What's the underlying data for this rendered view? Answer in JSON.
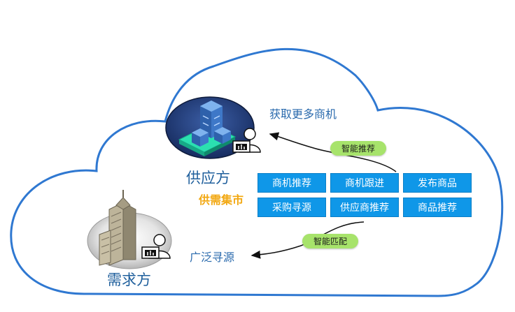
{
  "colors": {
    "cloud_stroke": "#2f78d1",
    "box_fill": "#0f97e8",
    "badge_fill": "#a7e36b",
    "label_blue": "#2a6aad",
    "market_orange": "#f2a812"
  },
  "labels": {
    "gain_opportunities": "获取更多商机",
    "supplier": "供应方",
    "market": "供需集市",
    "buyer": "需求方",
    "wide_sourcing": "广泛寻源"
  },
  "badges": {
    "smart_recommend": "智能推荐",
    "smart_match": "智能匹配"
  },
  "services": {
    "row1": [
      "商机推荐",
      "商机跟进",
      "发布商品"
    ],
    "row2": [
      "采购寻源",
      "供应商推荐",
      "商品推荐"
    ]
  },
  "icons": [
    "supplier-buildings-icon",
    "buyer-skyscraper-icon",
    "person-laptop-icon",
    "curved-arrow-icon"
  ]
}
